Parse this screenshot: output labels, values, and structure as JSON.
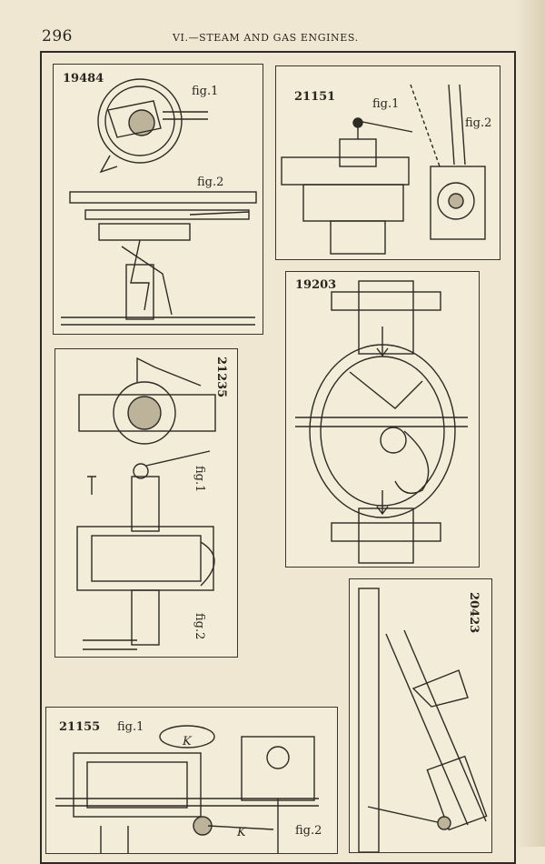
{
  "header": {
    "page_number": "296",
    "running_title": "VI.—STEAM AND GAS ENGINES."
  },
  "panels": [
    {
      "id": "19484",
      "figs": [
        "fig.1",
        "fig.2"
      ]
    },
    {
      "id": "21151",
      "figs": [
        "fig.1",
        "fig.2"
      ]
    },
    {
      "id": "19203",
      "figs": []
    },
    {
      "id": "21235",
      "figs": [
        "fig.1",
        "fig.2"
      ]
    },
    {
      "id": "20423",
      "figs": []
    },
    {
      "id": "21155",
      "figs": [
        "fig.1",
        "fig.2"
      ]
    }
  ]
}
